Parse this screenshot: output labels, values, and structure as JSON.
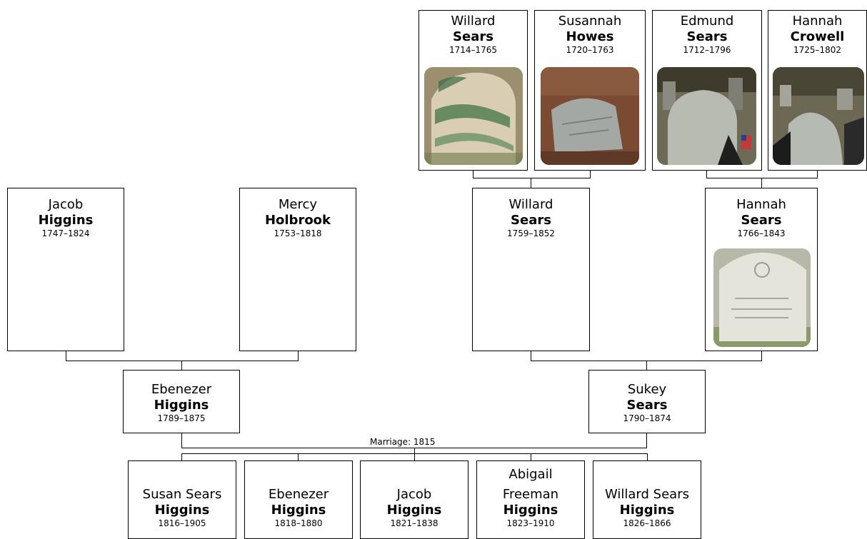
{
  "people": {
    "willard_sears_1714": {
      "given": "Willard",
      "surname": "Sears",
      "dates": "1714–1765"
    },
    "susannah_howes": {
      "given": "Susannah",
      "surname": "Howes",
      "dates": "1720–1763"
    },
    "edmund_sears": {
      "given": "Edmund",
      "surname": "Sears",
      "dates": "1712–1796"
    },
    "hannah_crowell": {
      "given": "Hannah",
      "surname": "Crowell",
      "dates": "1725–1802"
    },
    "jacob_higgins_1747": {
      "given": "Jacob",
      "surname": "Higgins",
      "dates": "1747–1824"
    },
    "mercy_holbrook": {
      "given": "Mercy",
      "surname": "Holbrook",
      "dates": "1753–1818"
    },
    "willard_sears_1759": {
      "given": "Willard",
      "surname": "Sears",
      "dates": "1759–1852"
    },
    "hannah_sears": {
      "given": "Hannah",
      "surname": "Sears",
      "dates": "1766–1843"
    },
    "ebenezer_higgins_1789": {
      "given": "Ebenezer",
      "surname": "Higgins",
      "dates": "1789–1875"
    },
    "sukey_sears": {
      "given": "Sukey",
      "surname": "Sears",
      "dates": "1790–1874"
    },
    "susan_sears_higgins": {
      "given": "Susan Sears",
      "surname": "Higgins",
      "dates": "1816–1905"
    },
    "ebenezer_higgins_1818": {
      "given": "Ebenezer",
      "surname": "Higgins",
      "dates": "1818–1880"
    },
    "jacob_higgins_1821": {
      "given": "Jacob",
      "surname": "Higgins",
      "dates": "1821–1838"
    },
    "abigail_freeman_higgins": {
      "given_line1": "Abigail",
      "given_line2": "Freeman",
      "surname": "Higgins",
      "dates": "1823–1910"
    },
    "willard_sears_higgins": {
      "given": "Willard Sears",
      "surname": "Higgins",
      "dates": "1826–1866"
    }
  },
  "marriage_label": "Marriage: 1815"
}
